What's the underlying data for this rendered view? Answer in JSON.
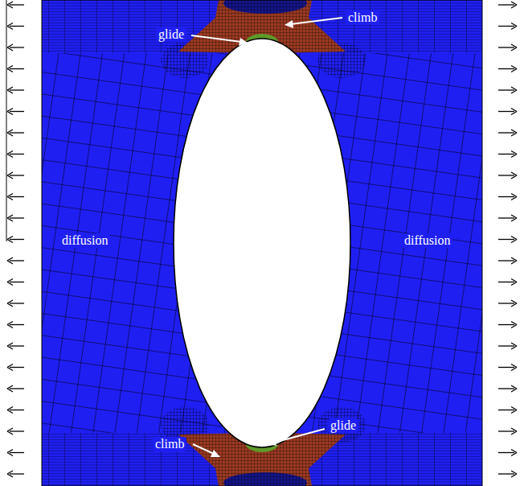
{
  "diagram": {
    "labels": [
      "climb",
      "glide",
      "diffusion",
      "diffusion",
      "glide",
      "climb"
    ]
  }
}
